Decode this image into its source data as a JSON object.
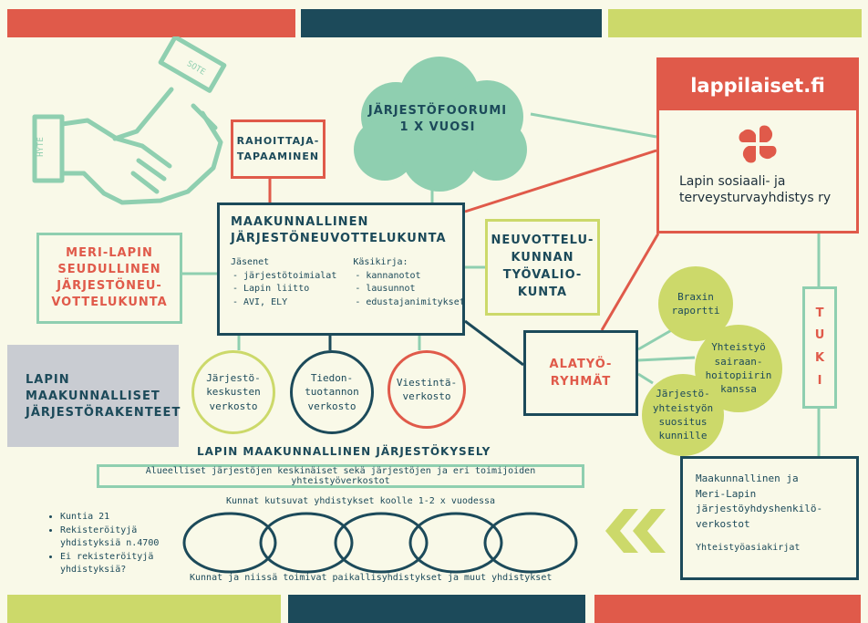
{
  "colors": {
    "red": "#e05a4a",
    "navy": "#1c4a5a",
    "lime": "#ccd96a",
    "mint": "#8fcfb0",
    "gray": "#c9ccd2",
    "cream": "#f9f9e8"
  },
  "handshake": {
    "tag_top": "SOTE",
    "tag_left": "HYTE"
  },
  "cloud": {
    "line1": "JÄRJESTÖFOORUMI",
    "line2": "1 X VUOSI"
  },
  "lappilaiset": {
    "header": "lappilaiset.fi",
    "org_line1": "Lapin sosiaali- ja",
    "org_line2": "terveysturvayhdistys ry",
    "logo_icon": "four-hearts-icon"
  },
  "rahoittaja": {
    "line1": "RAHOITTAJA-",
    "line2": "TAPAAMINEN"
  },
  "main_box": {
    "title_line1": "MAAKUNNALLINEN",
    "title_line2": "JÄRJESTÖNEUVOTTELUKUNTA",
    "members_heading": "Jäsenet",
    "members": [
      "järjestötoimialat",
      "Lapin liitto",
      "AVI, ELY"
    ],
    "handbook_heading": "Käsikirja:",
    "handbook": [
      "kannanotot",
      "lausunnot",
      "edustajanimitykset"
    ]
  },
  "meri_lappi": {
    "lines": [
      "MERI-LAPIN",
      "SEUDULLINEN",
      "JÄRJESTÖNEU-",
      "VOTTELUKUNTA"
    ]
  },
  "tyovaliokunta": {
    "lines": [
      "NEUVOTTELU-",
      "KUNNAN",
      "TYÖVALIO-",
      "KUNTA"
    ]
  },
  "tuki": {
    "letters": [
      "T",
      "U",
      "K",
      "I"
    ]
  },
  "rakenteet": {
    "lines": [
      "LAPIN",
      "MAAKUNNALLISET",
      "JÄRJESTÖRAKENTEET"
    ]
  },
  "circles": {
    "keskusten": [
      "Järjestö-",
      "keskusten",
      "verkosto"
    ],
    "tiedon": [
      "Tiedon-",
      "tuotannon",
      "verkosto"
    ],
    "viestinta": [
      "Viestintä-",
      "verkosto"
    ]
  },
  "alatyo": {
    "line1": "ALATYÖ-",
    "line2": "RYHMÄT"
  },
  "side_circles": {
    "braxin": [
      "Braxin",
      "raportti"
    ],
    "yhteistyo": [
      "Yhteistyö",
      "sairaan-",
      "hoitopiirin",
      "kanssa"
    ],
    "suositus": [
      "Järjestö-",
      "yhteistyön",
      "suositus",
      "kunnille"
    ]
  },
  "survey": {
    "title": "LAPIN MAAKUNNALLINEN JÄRJESTÖKYSELY",
    "regional": "Alueelliset järjestöjen keskinäiset sekä järjestöjen ja eri toimijoiden yhteistyöverkostot",
    "invite": "Kunnat kutsuvat yhdistykset koolle 1-2 x vuodessa",
    "local": "Kunnat ja niissä toimivat paikallisyhdistykset ja muut yhdistykset"
  },
  "stats": [
    "Kuntia 21",
    "Rekisteröityjä yhdistyksiä n.4700",
    "Ei rekisteröityjä yhdistyksiä?"
  ],
  "network_box": {
    "lines": [
      "Maakunnallinen ja",
      "Meri-Lapin",
      "järjestöyhdyshenkilö-",
      "verkostot"
    ],
    "sub": "Yhteistyöasiakirjat"
  }
}
